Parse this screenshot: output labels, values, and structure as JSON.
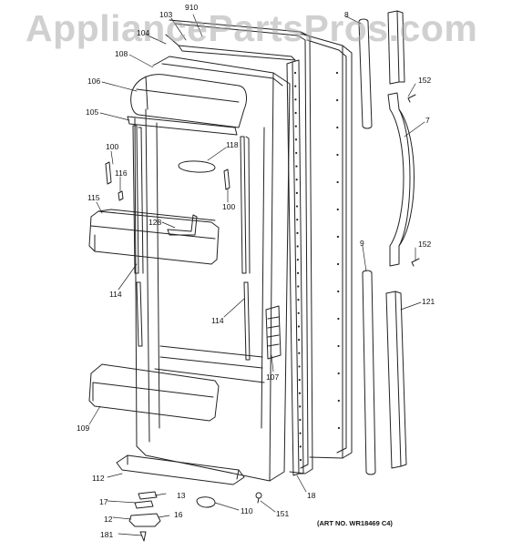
{
  "watermark": "AppliancePartsPros.com",
  "art_number": "(ART NO. WR18469 C4)",
  "callouts": {
    "c910": "910",
    "c103": "103",
    "c104": "104",
    "c108": "108",
    "c106": "106",
    "c105": "105",
    "c100a": "100",
    "c116": "116",
    "c115": "115",
    "c118": "118",
    "c100b": "100",
    "c128": "128",
    "c114a": "114",
    "c114b": "114",
    "c107": "107",
    "c109": "109",
    "c112": "112",
    "c13": "13",
    "c17": "17",
    "c16": "16",
    "c12": "12",
    "c181": "181",
    "c110": "110",
    "c151": "151",
    "c18": "18",
    "c8": "8",
    "c152a": "152",
    "c7": "7",
    "c9": "9",
    "c152b": "152",
    "c121": "121"
  }
}
